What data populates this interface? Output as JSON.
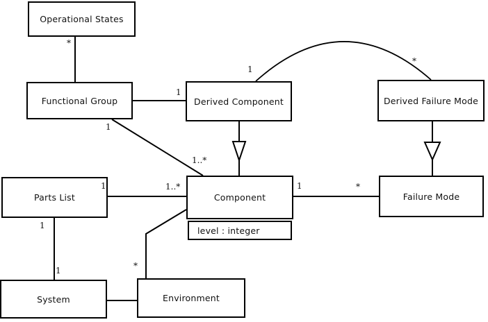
{
  "diagram": {
    "type": "uml-class-diagram",
    "nodes": {
      "operational_states": {
        "label": "Operational States"
      },
      "functional_group": {
        "label": "Functional Group"
      },
      "derived_component": {
        "label": "Derived Component"
      },
      "derived_failure_mode": {
        "label": "Derived Failure Mode"
      },
      "parts_list": {
        "label": "Parts List"
      },
      "component": {
        "label": "Component",
        "attribute": "level : integer"
      },
      "failure_mode": {
        "label": "Failure Mode"
      },
      "system": {
        "label": "System"
      },
      "environment": {
        "label": "Environment"
      }
    },
    "relationships": [
      {
        "from": "operational_states",
        "to": "functional_group",
        "from_mult": "*"
      },
      {
        "from": "functional_group",
        "to": "derived_component",
        "to_mult": "1"
      },
      {
        "from": "functional_group",
        "to": "component",
        "from_mult": "1",
        "to_mult": "1..*"
      },
      {
        "from": "derived_component",
        "to": "derived_failure_mode",
        "from_mult": "1",
        "to_mult": "*",
        "shape": "arc"
      },
      {
        "from": "derived_component",
        "to": "component",
        "kind": "generalization"
      },
      {
        "from": "derived_failure_mode",
        "to": "failure_mode",
        "kind": "generalization"
      },
      {
        "from": "parts_list",
        "to": "component",
        "from_mult": "1",
        "to_mult": "1..*"
      },
      {
        "from": "component",
        "to": "failure_mode",
        "from_mult": "1",
        "to_mult": "*"
      },
      {
        "from": "parts_list",
        "to": "system",
        "from_mult": "1",
        "to_mult": "1"
      },
      {
        "from": "system",
        "to": "environment"
      },
      {
        "from": "component",
        "to": "environment",
        "to_mult": "*"
      }
    ],
    "multiplicities": {
      "ops_fg_star": "*",
      "fg_dc_one": "1",
      "fg_comp_one": "1",
      "fg_comp_many": "1..*",
      "dc_arc_one": "1",
      "dfm_arc_star": "*",
      "pl_comp_one": "1",
      "pl_comp_many": "1..*",
      "comp_fm_one": "1",
      "comp_fm_star": "*",
      "pl_sys_one_top": "1",
      "pl_sys_one_bottom": "1",
      "comp_env_star": "*"
    },
    "colors": {
      "line": "#000000",
      "background": "#ffffff",
      "text": "#111111"
    }
  }
}
